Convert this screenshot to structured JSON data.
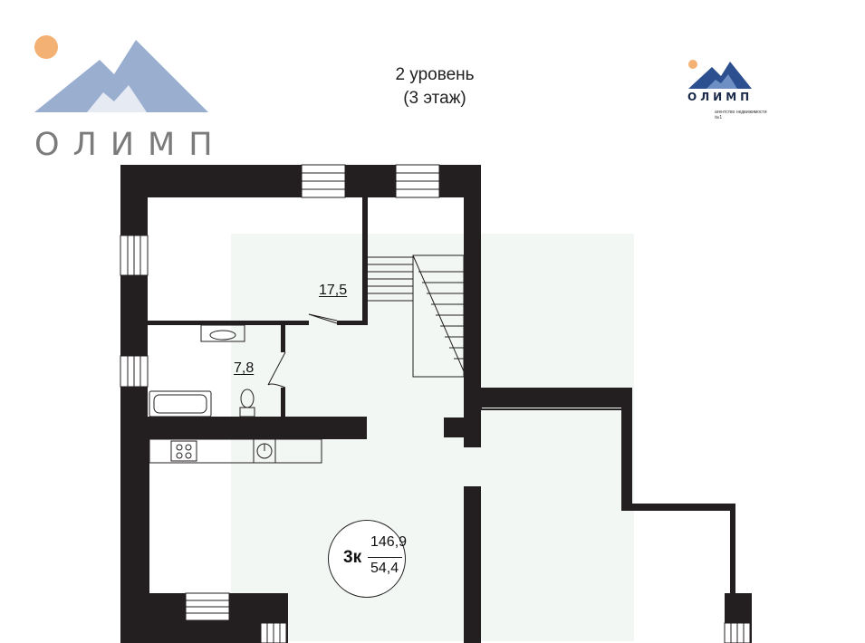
{
  "header": {
    "level": "2 уровень",
    "floor": "(3 этаж)"
  },
  "logo_main": {
    "name": "ОЛИМП"
  },
  "logo_small": {
    "name": "ОЛИМП",
    "tagline": "агентство недвижимости №1"
  },
  "rooms": {
    "room_area": "17,5",
    "bathroom_area": "7,8"
  },
  "apartment": {
    "rooms": "3к",
    "total_area": "146,9",
    "living_area": "54,4"
  },
  "colors": {
    "wall": "#231f20",
    "watermark": "#f3f7f4",
    "logo_mountain": "#9aaed0",
    "logo_sun": "#f3b173",
    "small_logo_mountain": "#2c4f8f",
    "accent_text": "#7b7b7b"
  }
}
